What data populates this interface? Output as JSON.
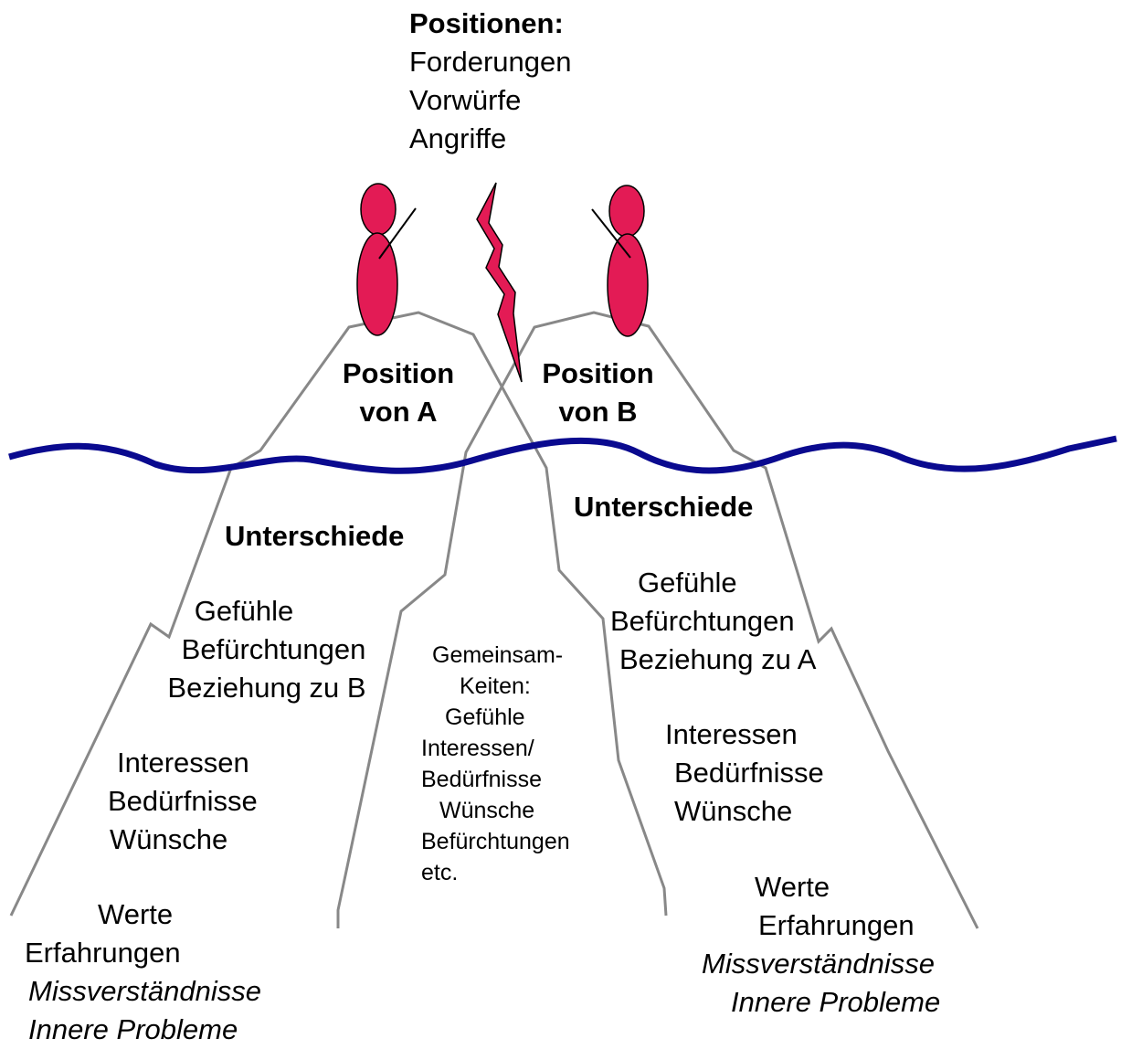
{
  "header": {
    "title": "Positionen:",
    "items": [
      "Forderungen",
      "Vorwürfe",
      "Angriffe"
    ]
  },
  "position_a": [
    "Position",
    "von A"
  ],
  "position_b": [
    "Position",
    "von B"
  ],
  "left_iceberg": {
    "heading": "Unterschiede",
    "group1": [
      "Gefühle",
      "Befürchtungen",
      "Beziehung zu B"
    ],
    "group2": [
      "Interessen",
      "Bedürfnisse",
      "Wünsche"
    ],
    "group3": [
      "Werte",
      "Erfahrungen"
    ],
    "group3_italic": [
      "Missverständnisse",
      "Innere Probleme"
    ]
  },
  "right_iceberg": {
    "heading": "Unterschiede",
    "group1": [
      "Gefühle",
      "Befürchtungen",
      "Beziehung zu A"
    ],
    "group2": [
      "Interessen",
      "Bedürfnisse",
      "Wünsche"
    ],
    "group3": [
      "Werte",
      "Erfahrungen"
    ],
    "group3_italic": [
      "Missverständnisse",
      "Innere Probleme"
    ]
  },
  "common": [
    "Gemeinsam-",
    "Keiten:",
    "Gefühle",
    "Interessen/",
    "Bedürfnisse",
    "Wünsche",
    "Befürchtungen",
    "etc."
  ],
  "colors": {
    "figure": "#e31b55",
    "water": "#0a0a8f",
    "mountain": "#888888",
    "outline": "#000000"
  }
}
